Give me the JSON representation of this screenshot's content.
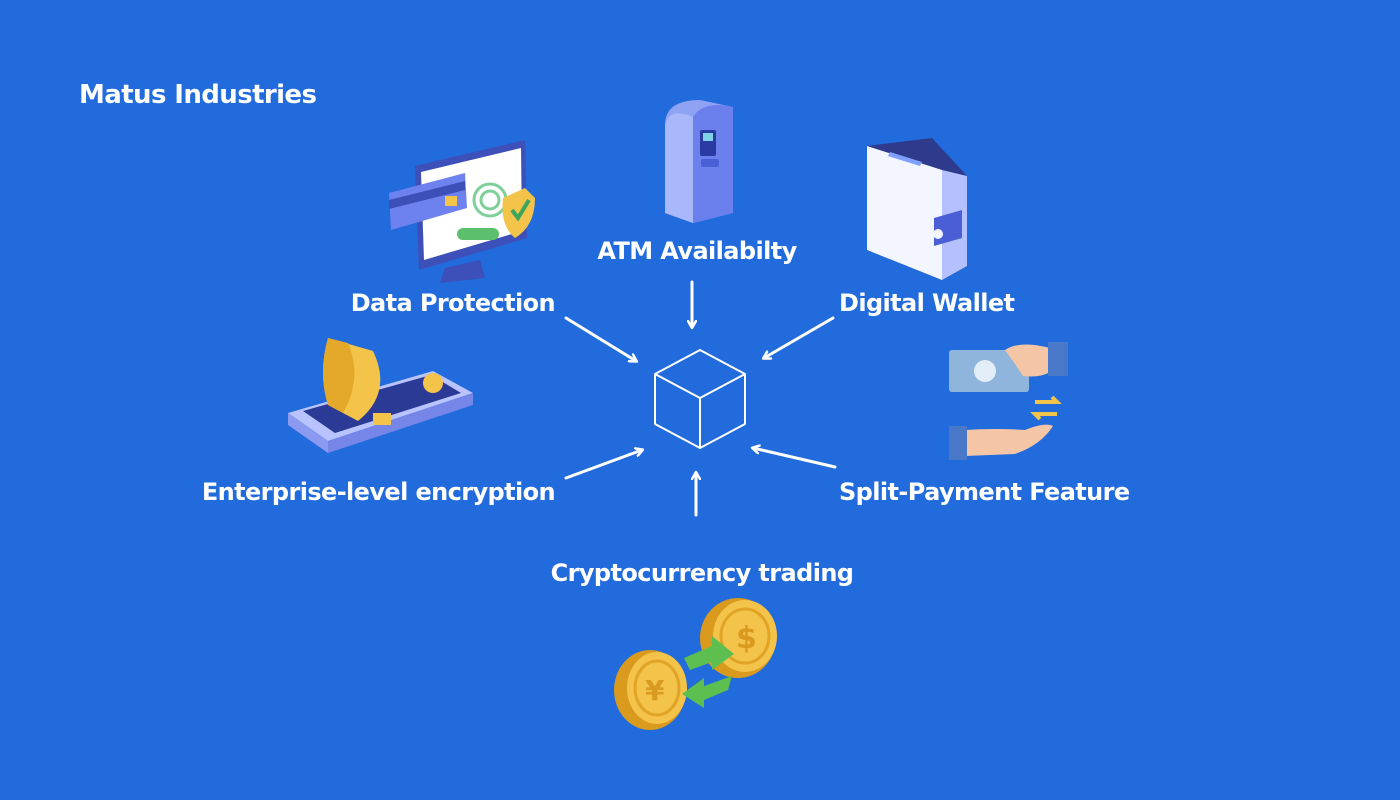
{
  "header": {
    "company": "Matus Industries"
  },
  "diagram": {
    "center": "cube-icon",
    "nodes": [
      {
        "id": "atm",
        "label": "ATM Availabilty",
        "icon": "atm-icon"
      },
      {
        "id": "data-protection",
        "label": "Data Protection",
        "icon": "monitor-security-icon"
      },
      {
        "id": "digital-wallet",
        "label": "Digital Wallet",
        "icon": "wallet-icon"
      },
      {
        "id": "encryption",
        "label": "Enterprise-level encryption",
        "icon": "phone-shield-icon"
      },
      {
        "id": "split-payment",
        "label": "Split-Payment Feature",
        "icon": "hand-money-icon"
      },
      {
        "id": "crypto",
        "label": "Cryptocurrency trading",
        "icon": "coins-exchange-icon"
      }
    ]
  }
}
